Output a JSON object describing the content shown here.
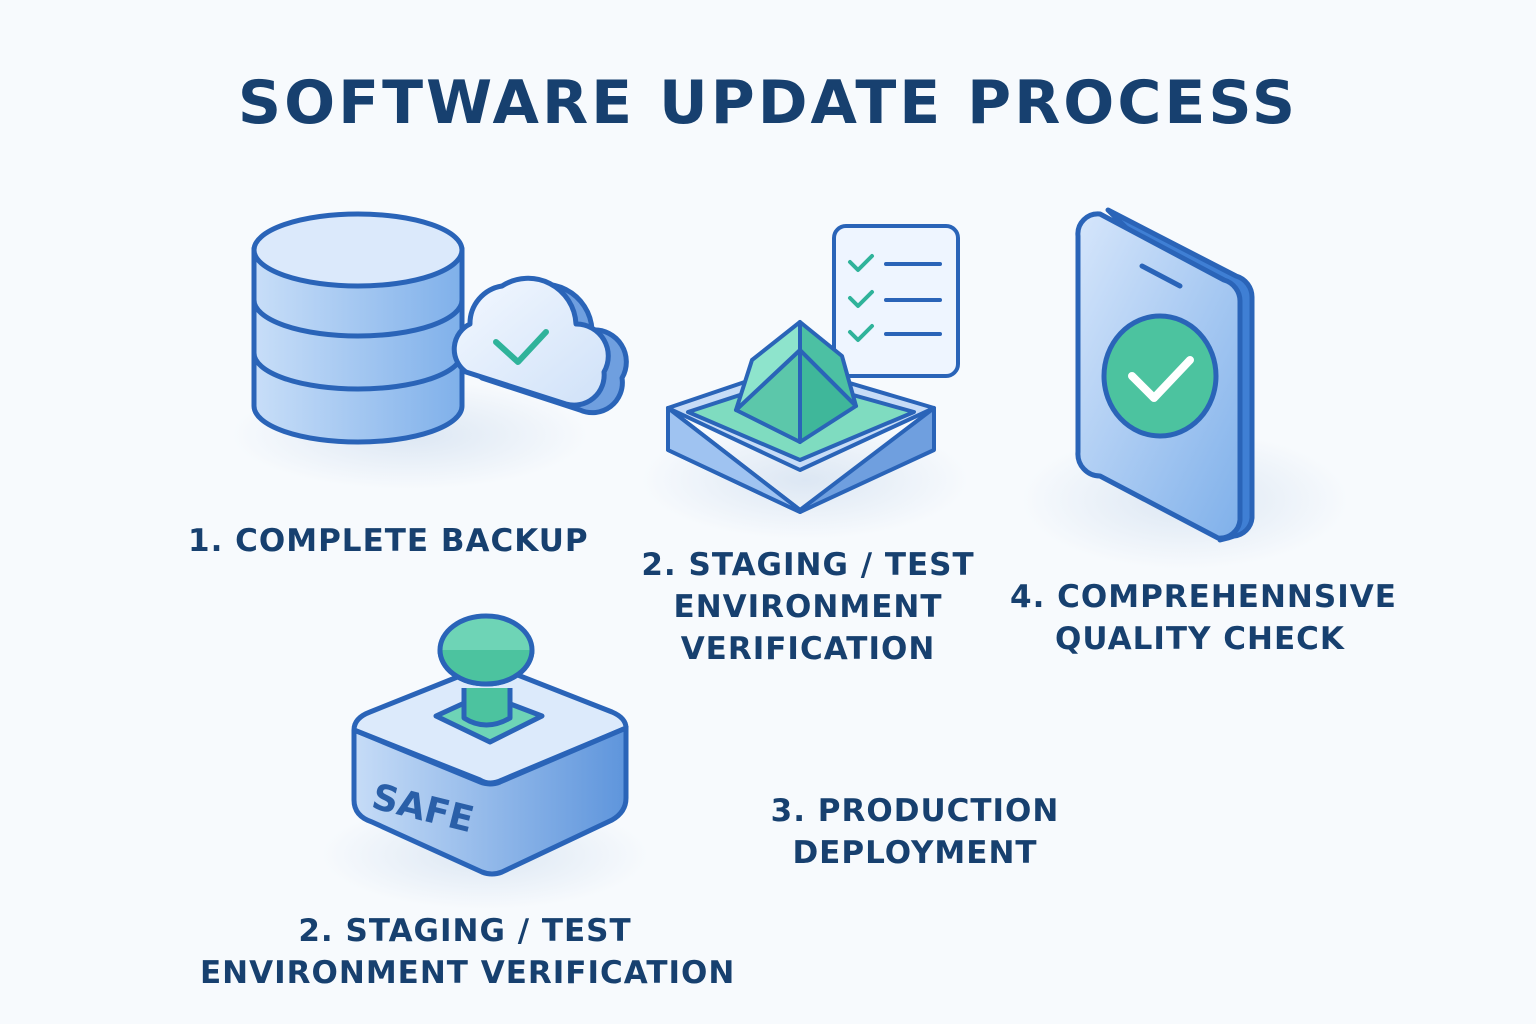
{
  "title": "SOFTWARE UPDATE PROCESS",
  "steps": [
    {
      "lines": [
        "1. COMPLETE BACKUP"
      ],
      "icon": "database-cloud-check-icon"
    },
    {
      "lines": [
        "2. STAGING / TEST",
        "ENVIRONMENT",
        "VERIFICATION"
      ],
      "icon": "staging-platform-checklist-icon"
    },
    {
      "lines": [
        "4. COMPREHENNSIVE",
        "QUALITY CHECK"
      ],
      "icon": "phone-check-icon"
    },
    {
      "lines": [
        "2. STAGING / TEST",
        "ENVIRONMENT VERIFICATION"
      ],
      "icon": "safe-joystick-icon"
    },
    {
      "lines": [
        "3. PRODUCTION",
        "DEPLOYMENT"
      ]
    }
  ],
  "safe_text": "SAFE",
  "colors": {
    "outline": "#2a64b8",
    "blue_fill": "#a9c9f3",
    "teal_fill": "#6ed4b6",
    "title": "#17406f",
    "background": "#f7fafd"
  }
}
